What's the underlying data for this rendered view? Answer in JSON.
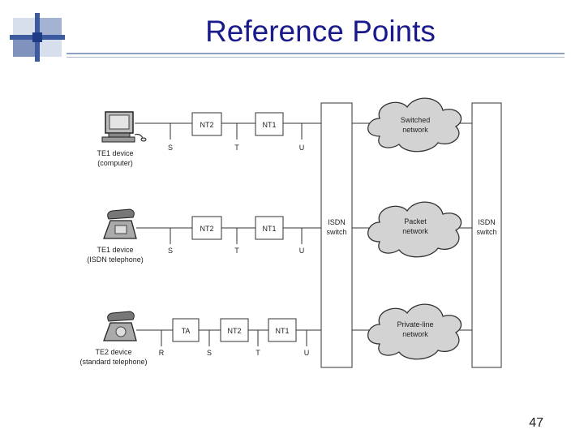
{
  "slide": {
    "title": "Reference Points",
    "page_number": "47"
  },
  "diagram": {
    "rows": [
      {
        "device_label": "TE1 device",
        "device_sublabel": "(computer)",
        "device_icon": "computer-icon",
        "boxes": [
          "NT2",
          "NT1"
        ],
        "points": [
          "S",
          "T",
          "U"
        ],
        "network_line1": "Switched",
        "network_line2": "network"
      },
      {
        "device_label": "TE1 device",
        "device_sublabel": "(ISDN telephone)",
        "device_icon": "telephone-icon",
        "boxes": [
          "NT2",
          "NT1"
        ],
        "points": [
          "S",
          "T",
          "U"
        ],
        "network_line1": "Packet",
        "network_line2": "network"
      },
      {
        "device_label": "TE2 device",
        "device_sublabel": "(standard telephone)",
        "device_icon": "telephone-icon",
        "boxes": [
          "TA",
          "NT2",
          "NT1"
        ],
        "points": [
          "R",
          "S",
          "T",
          "U"
        ],
        "network_line1": "Private-line",
        "network_line2": "network"
      }
    ],
    "switch_left_line1": "ISDN",
    "switch_left_line2": "switch",
    "switch_right_line1": "ISDN",
    "switch_right_line2": "switch"
  }
}
